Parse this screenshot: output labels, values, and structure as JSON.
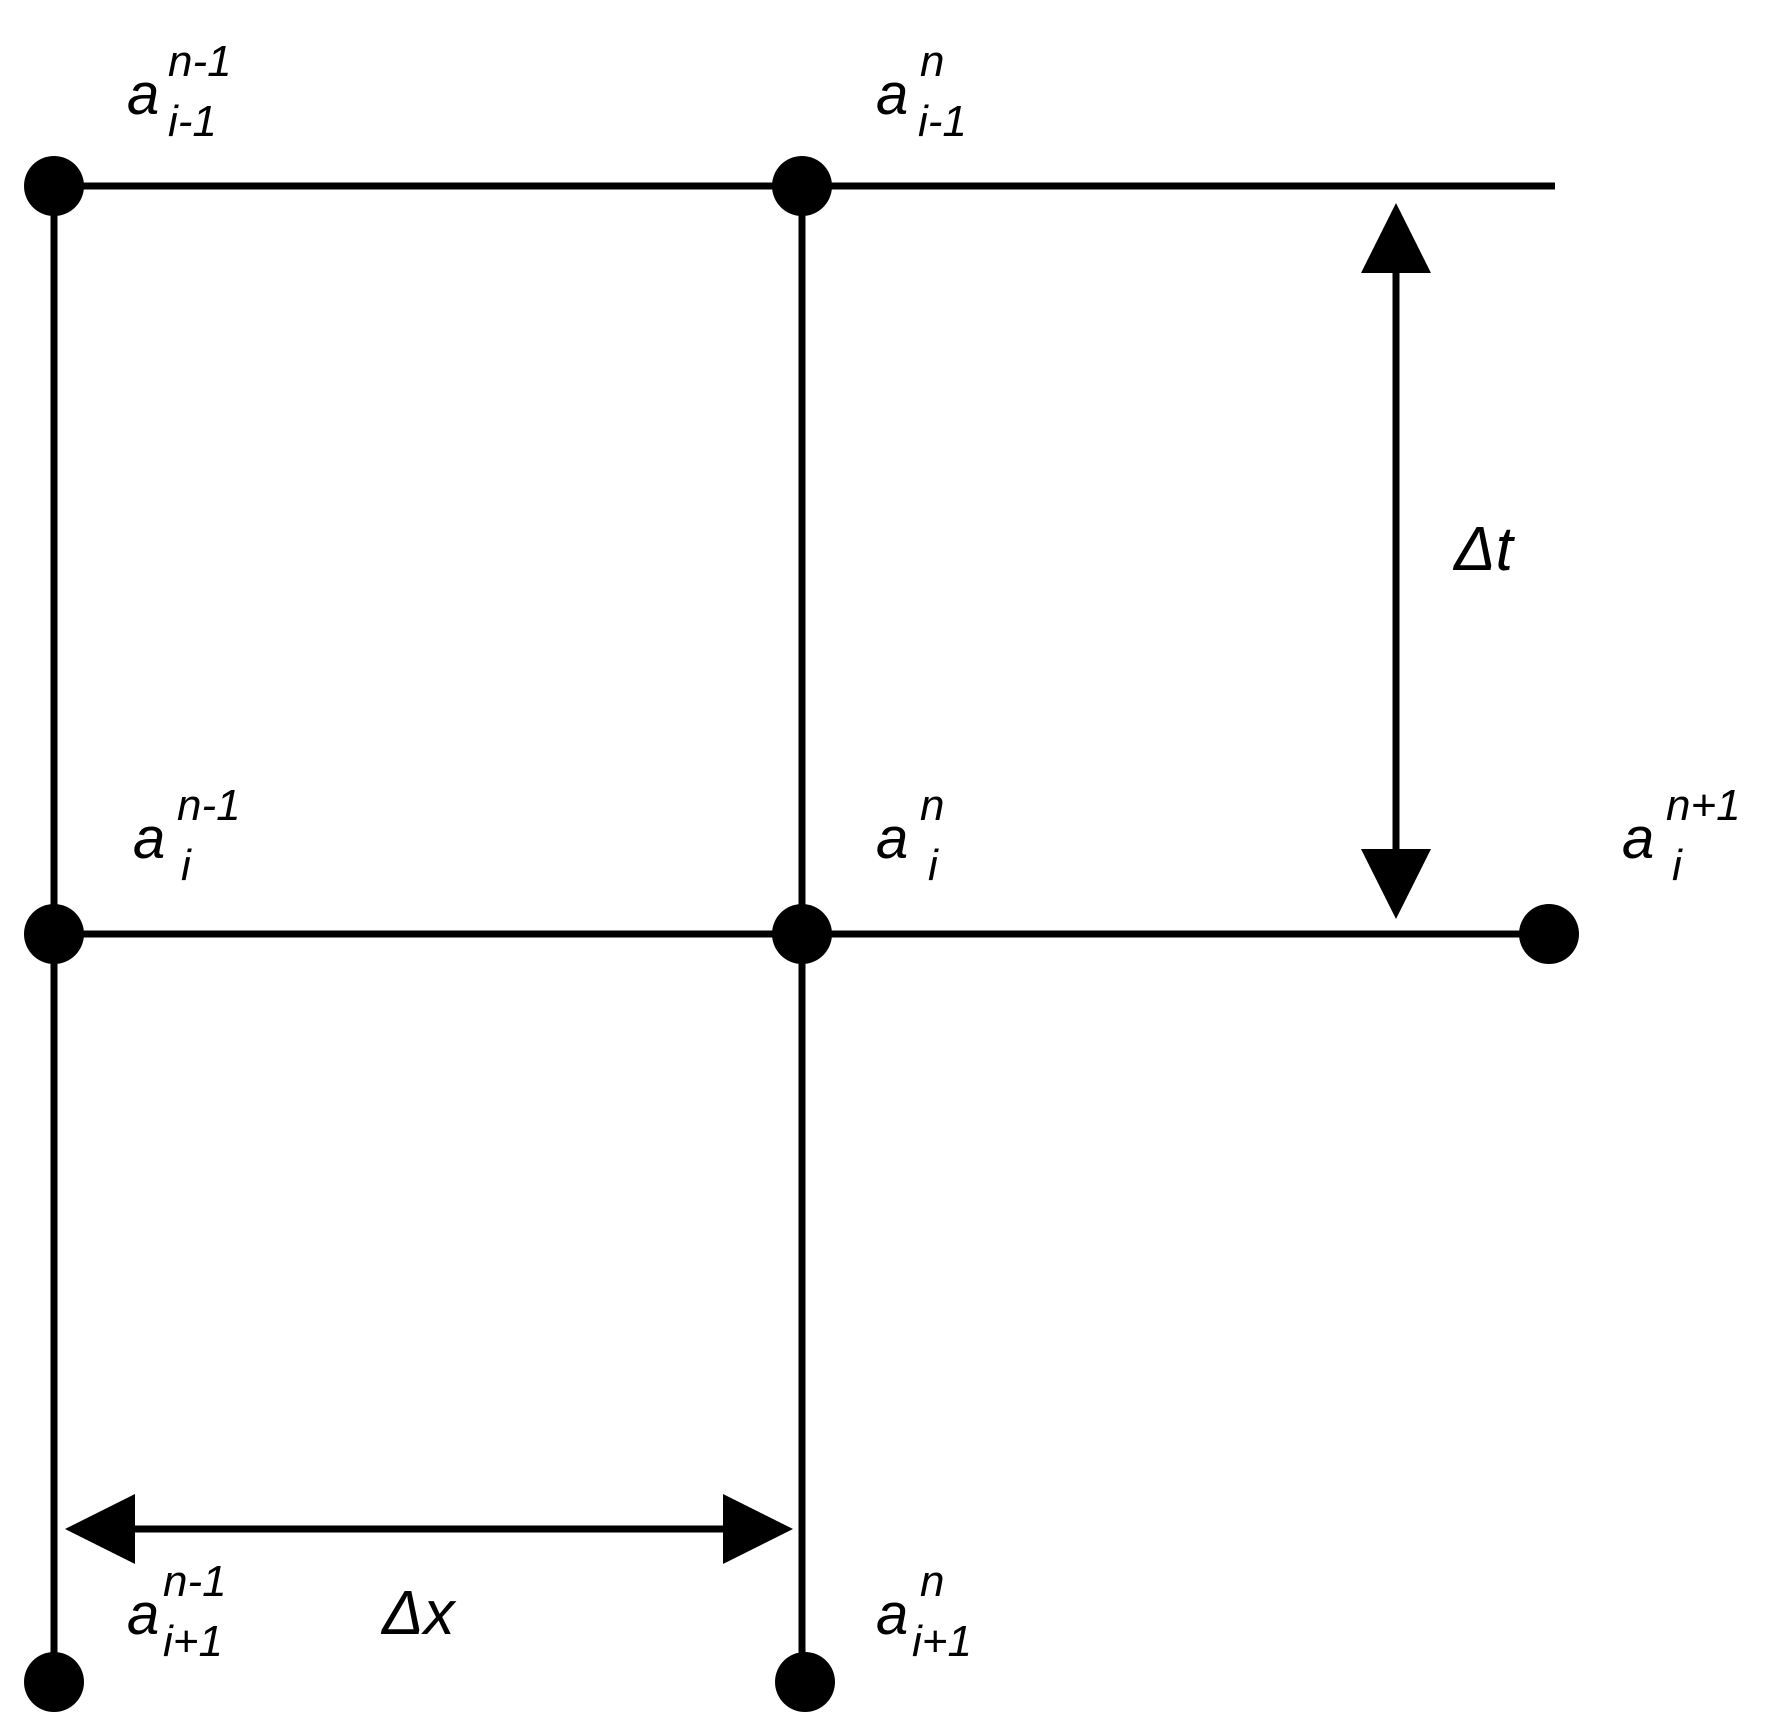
{
  "colors": {
    "ink": "#000000",
    "background": "#ffffff"
  },
  "nodes": [
    {
      "id": "n-top-left",
      "base": "a",
      "sup": "n-1",
      "sub": "i-1"
    },
    {
      "id": "n-top-mid",
      "base": "a",
      "sup": "n",
      "sub": "i-1"
    },
    {
      "id": "n-mid-left",
      "base": "a",
      "sup": "n-1",
      "sub": "i"
    },
    {
      "id": "n-mid-center",
      "base": "a",
      "sup": "n",
      "sub": "i"
    },
    {
      "id": "n-mid-right",
      "base": "a",
      "sup": "n+1",
      "sub": "i"
    },
    {
      "id": "n-bottom-left",
      "base": "a",
      "sup": "n-1",
      "sub": "i+1"
    },
    {
      "id": "n-bottom-mid",
      "base": "a",
      "sup": "n",
      "sub": "i+1"
    }
  ],
  "dimensions": {
    "dt": "Δt",
    "dx": "Δx"
  }
}
